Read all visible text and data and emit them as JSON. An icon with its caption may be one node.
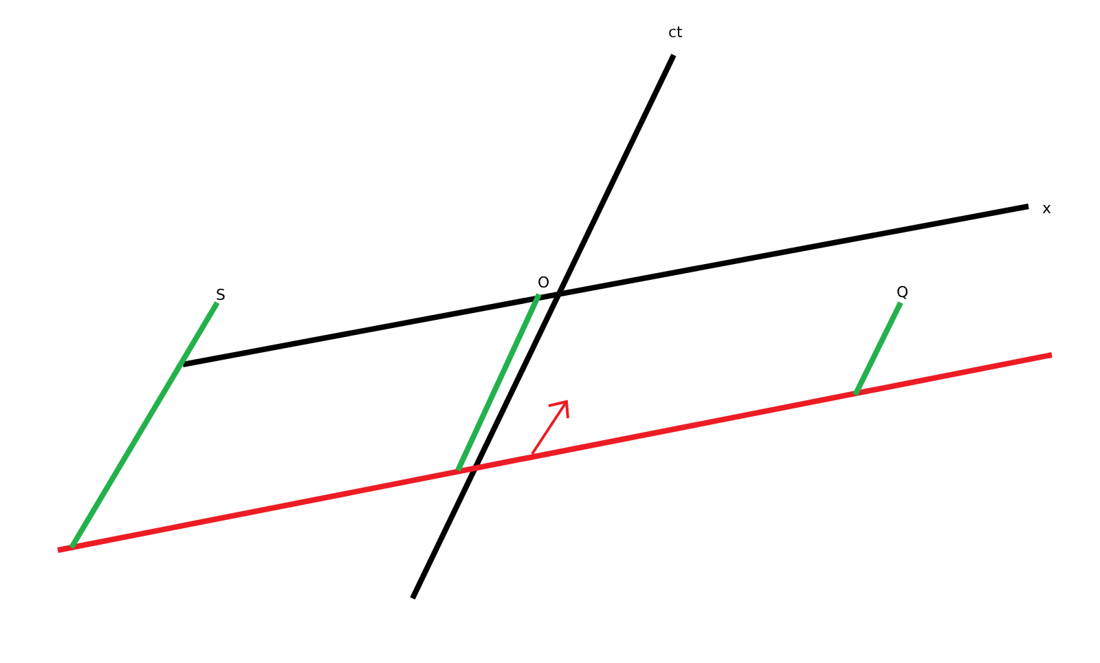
{
  "diagram": {
    "labels": [
      "ct",
      "x",
      "S",
      "O",
      "Q"
    ]
  }
}
